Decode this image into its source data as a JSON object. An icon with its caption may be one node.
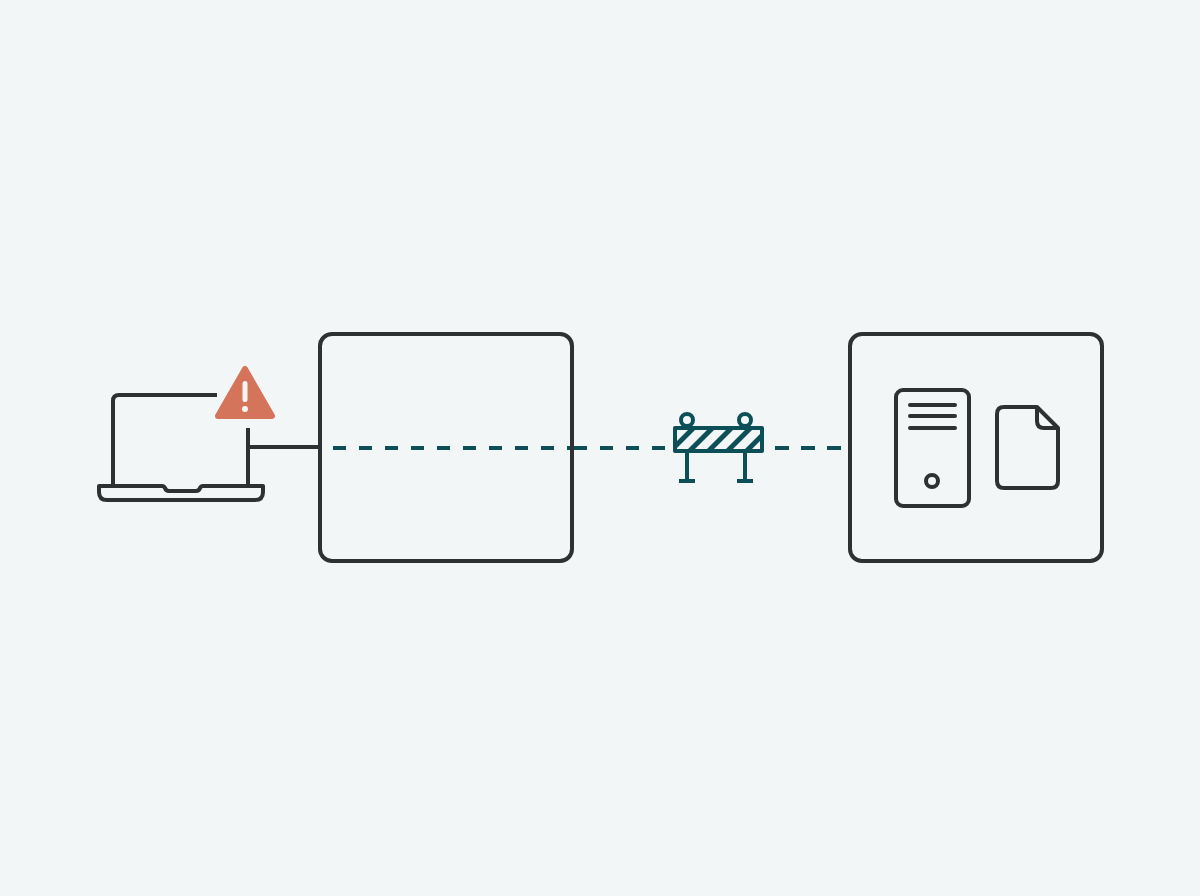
{
  "diagram": {
    "nodes": [
      {
        "text": [],
        "shape": "picture"
      },
      {
        "text": [],
        "shape": "picture"
      },
      {
        "text": [],
        "shape": "box"
      },
      {
        "text": [],
        "shape": "picture"
      },
      {
        "text": [],
        "shape": "box"
      },
      {
        "text": [],
        "shape": "picture",
        "in": 4
      },
      {
        "text": [],
        "shape": "picture",
        "in": 4
      }
    ],
    "edges": [
      {
        "from": 0,
        "to": 2,
        "arrow": "none"
      },
      {
        "from": 2,
        "to": 3,
        "arrow": "none",
        "style": "dashed",
        "color": "#0c4f57"
      },
      {
        "from": 3,
        "to": 4,
        "arrow": "none",
        "style": "dashed",
        "color": "#0c4f57"
      }
    ]
  }
}
